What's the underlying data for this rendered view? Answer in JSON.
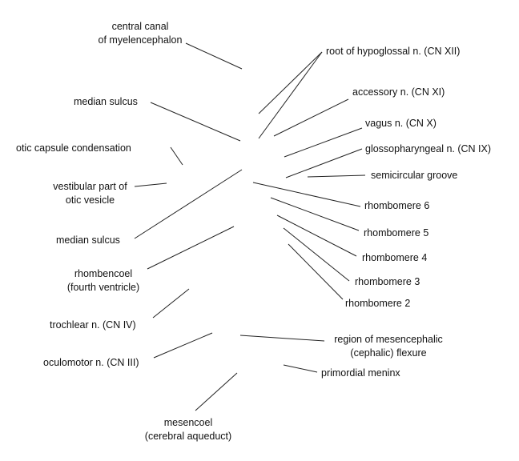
{
  "labels": {
    "central_canal": [
      "central canal",
      "of myelencephalon"
    ],
    "root_hypoglossal": "root of hypoglossal n. (CN XII)",
    "accessory": "accessory n. (CN XI)",
    "median_sulcus_upper": "median sulcus",
    "vagus": "vagus n. (CN X)",
    "otic_capsule": "otic capsule condensation",
    "glossopharyngeal": "glossopharyngeal n. (CN IX)",
    "semicircular_groove": "semicircular groove",
    "vestibular_part": [
      "vestibular part of",
      "otic vesicle"
    ],
    "rhombomere_6": "rhombomere 6",
    "median_sulcus_lower": "median sulcus",
    "rhombomere_5": "rhombomere 5",
    "rhombencoel": [
      "rhombencoel",
      "(fourth ventricle)"
    ],
    "rhombomere_4": "rhombomere 4",
    "rhombomere_3": "rhombomere 3",
    "rhombomere_2": "rhombomere 2",
    "trochlear": "trochlear n. (CN IV)",
    "mesencephalic_flexure": [
      "region of mesencephalic",
      "(cephalic) flexure"
    ],
    "oculomotor": "oculomotor n. (CN III)",
    "primordial_meninx": "primordial meninx",
    "mesencoel": [
      "mesencoel",
      "(cerebral aqueduct)"
    ]
  },
  "colors": {
    "text": "#111111",
    "leader_line": "#222222",
    "background": "#ffffff"
  }
}
